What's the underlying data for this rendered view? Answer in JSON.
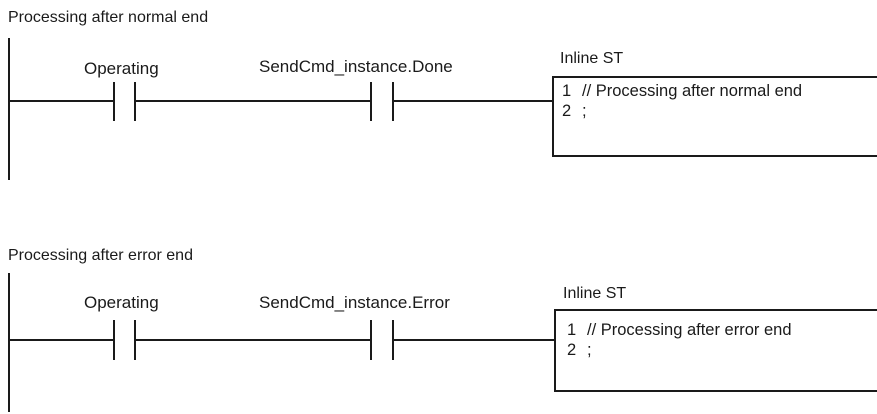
{
  "rungs": [
    {
      "title": "Processing after normal end",
      "contacts": [
        {
          "label": "Operating"
        },
        {
          "label": "SendCmd_instance.Done"
        }
      ],
      "st_block": {
        "title": "Inline ST",
        "lines": [
          {
            "num": "1",
            "text": "// Processing after normal end"
          },
          {
            "num": "2",
            "text": ";"
          }
        ]
      }
    },
    {
      "title": "Processing after error end",
      "contacts": [
        {
          "label": "Operating"
        },
        {
          "label": "SendCmd_instance.Error"
        }
      ],
      "st_block": {
        "title": "Inline ST",
        "lines": [
          {
            "num": "1",
            "text": "// Processing after error end"
          },
          {
            "num": "2",
            "text": ";"
          }
        ]
      }
    }
  ]
}
